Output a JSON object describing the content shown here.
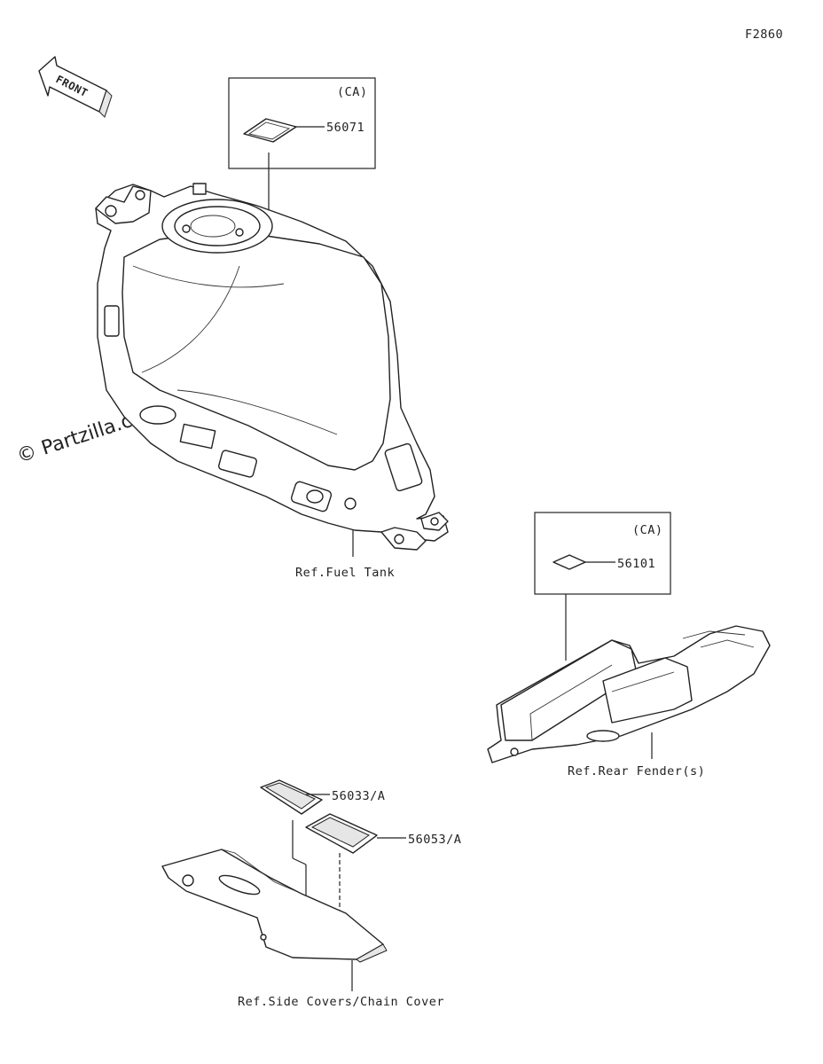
{
  "figure_id": "F2860",
  "watermark": "© Partzilla.com",
  "front_arrow_label": "FRONT",
  "callouts": [
    {
      "region": "CA",
      "part_number": "56071"
    },
    {
      "region": "CA",
      "part_number": "56101"
    },
    {
      "part_number": "56033/A"
    },
    {
      "part_number": "56053/A"
    }
  ],
  "references": [
    "Ref.Fuel Tank",
    "Ref.Rear Fender(s)",
    "Ref.Side Covers/Chain Cover"
  ]
}
